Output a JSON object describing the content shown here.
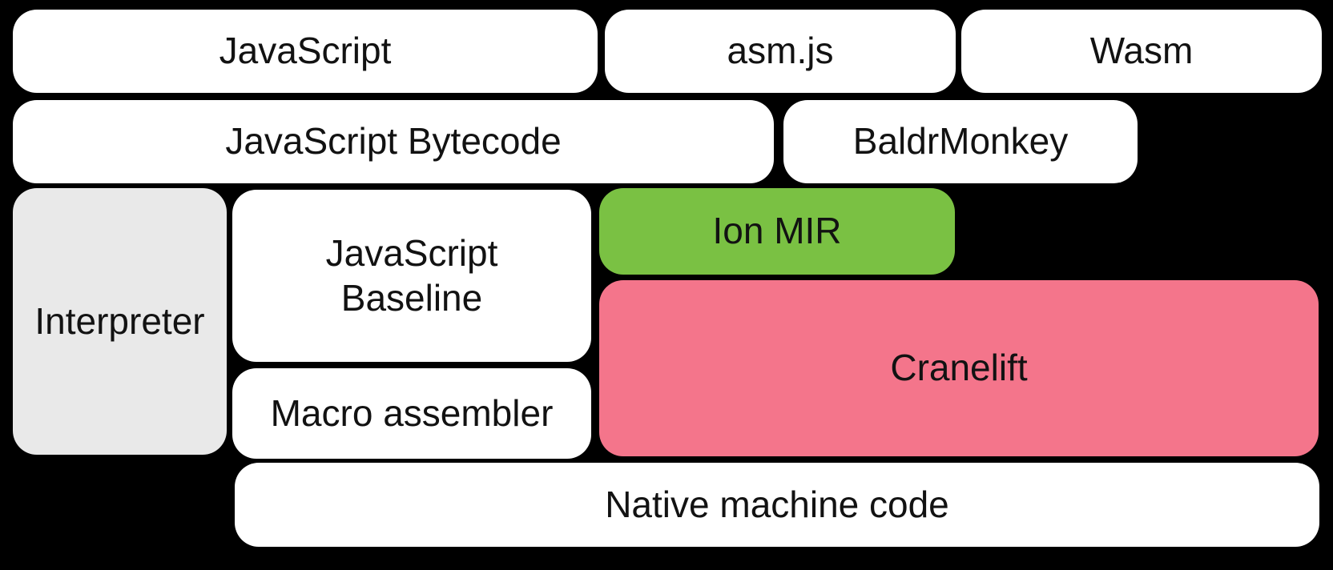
{
  "diagram": {
    "title": "SpiderMonkey compilation pipeline diagram",
    "background_color": "#000000",
    "text_color": "#121212",
    "colors": {
      "white_box": "#ffffff",
      "gray_box": "#e9e9e9",
      "green_box": "#7ac143",
      "pink_box": "#f4758b"
    },
    "nodes": {
      "javascript": {
        "label": "JavaScript",
        "fill": "white_box",
        "row": "sources"
      },
      "asmjs": {
        "label": "asm.js",
        "fill": "white_box",
        "row": "sources"
      },
      "wasm": {
        "label": "Wasm",
        "fill": "white_box",
        "row": "sources"
      },
      "bytecode": {
        "label": "JavaScript Bytecode",
        "fill": "white_box",
        "row": "frontends"
      },
      "baldrmonkey": {
        "label": "BaldrMonkey",
        "fill": "white_box",
        "row": "frontends"
      },
      "interpreter": {
        "label": "Interpreter",
        "fill": "gray_box",
        "row": "tiers"
      },
      "baseline": {
        "label": "JavaScript\nBaseline",
        "fill": "white_box",
        "row": "tiers"
      },
      "ionmir": {
        "label": "Ion MIR",
        "fill": "green_box",
        "row": "tiers"
      },
      "cranelift": {
        "label": "Cranelift",
        "fill": "pink_box",
        "row": "tiers"
      },
      "macro": {
        "label": "Macro assembler",
        "fill": "white_box",
        "row": "tiers"
      },
      "native": {
        "label": "Native machine code",
        "fill": "white_box",
        "row": "output"
      }
    }
  }
}
